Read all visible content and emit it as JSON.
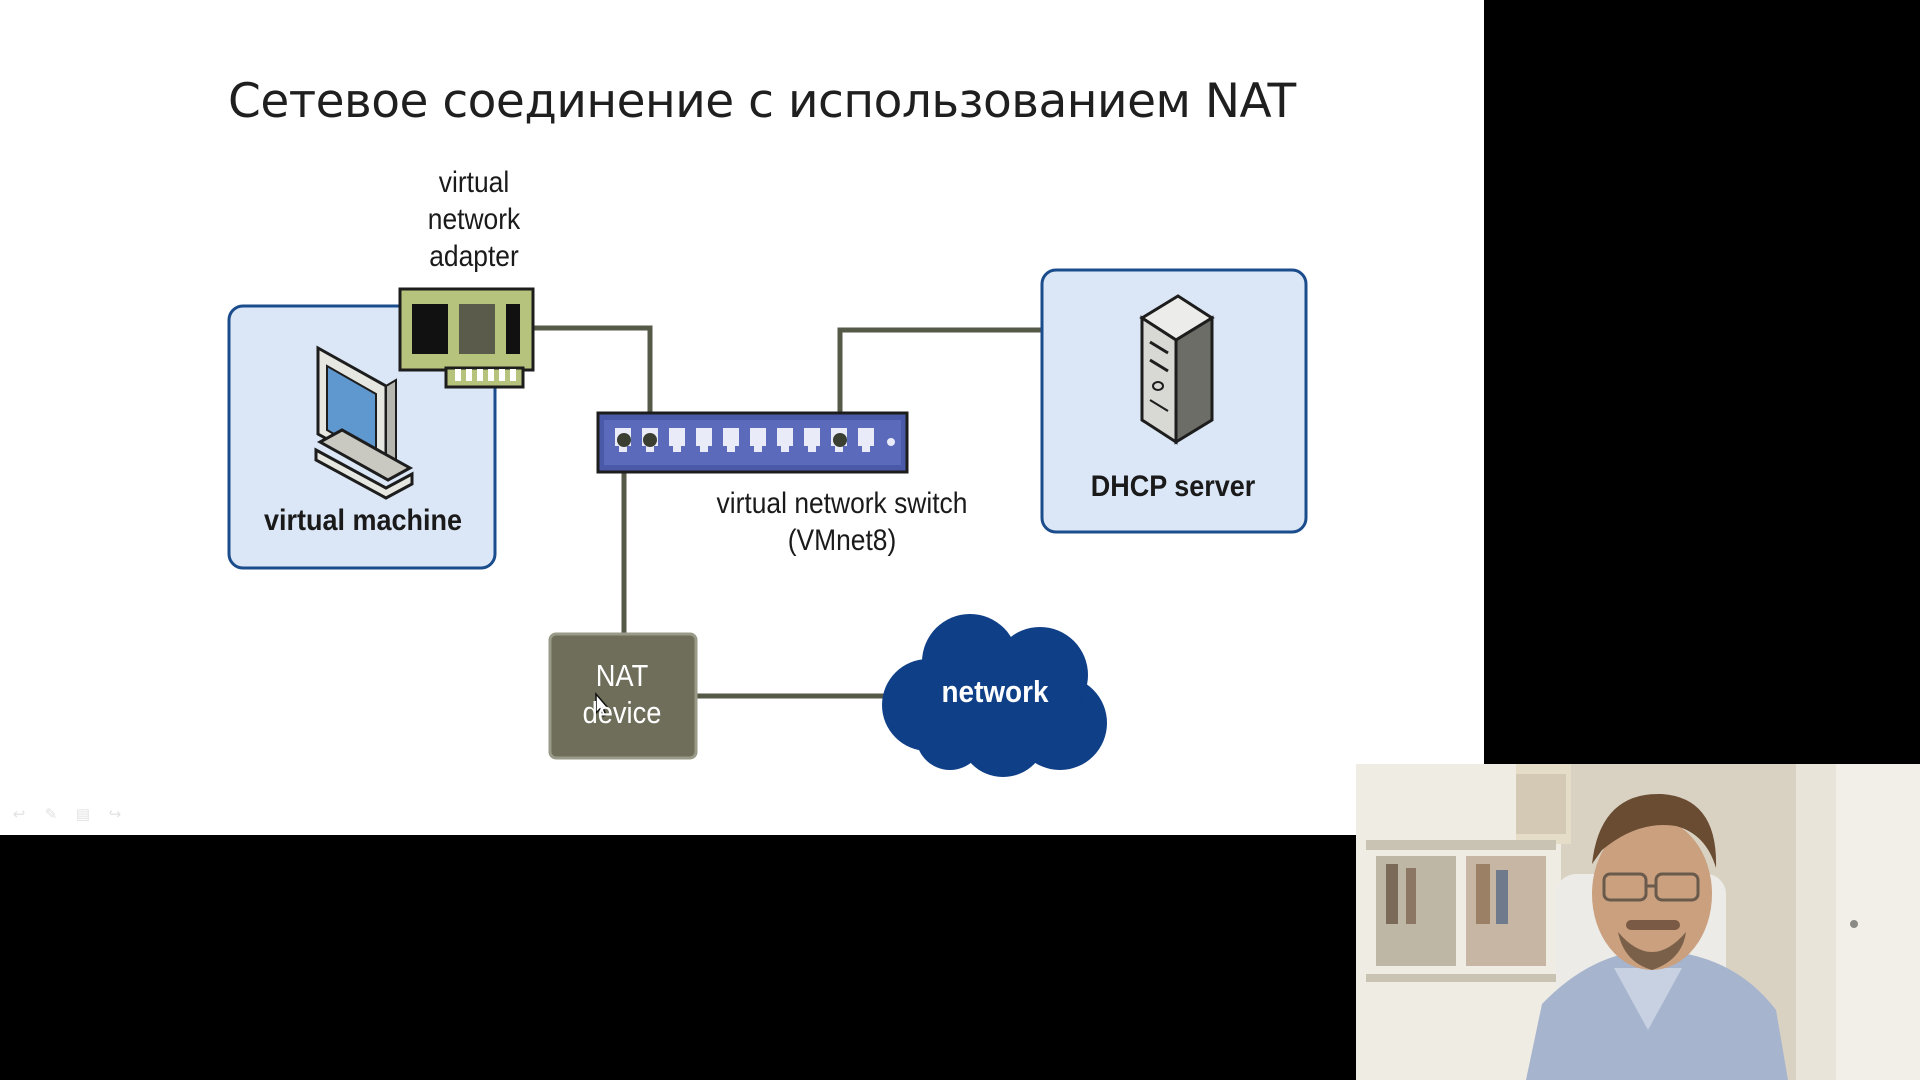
{
  "slide": {
    "title": "Сетевое соединение с использованием NAT"
  },
  "diagram": {
    "virtual_network_adapter": [
      "virtual",
      "network",
      "adapter"
    ],
    "virtual_machine": "virtual machine",
    "virtual_network_switch": [
      "virtual network switch",
      "(VMnet8)"
    ],
    "dhcp_server": "DHCP server",
    "nat_device": [
      "NAT",
      "device"
    ],
    "network": "network"
  },
  "colors": {
    "panel_fill": "#dbe7f6",
    "panel_border": "#1b4c8c",
    "connector_line": "#555a48",
    "switch_body": "#4b5aa8",
    "adapter_board": "#b6c37c",
    "nat_device_fill": "#6e6e5a",
    "cloud_fill": "#0f3f87"
  },
  "icons": {
    "computer": "desktop-computer-icon",
    "server": "tower-server-icon",
    "adapter": "network-card-icon",
    "switch": "network-switch-icon",
    "cloud": "cloud-icon",
    "pointer": "mouse-pointer-icon"
  },
  "presenter_nav": [
    "back-arrow-icon",
    "pen-icon",
    "slides-grid-icon",
    "forward-arrow-icon"
  ]
}
